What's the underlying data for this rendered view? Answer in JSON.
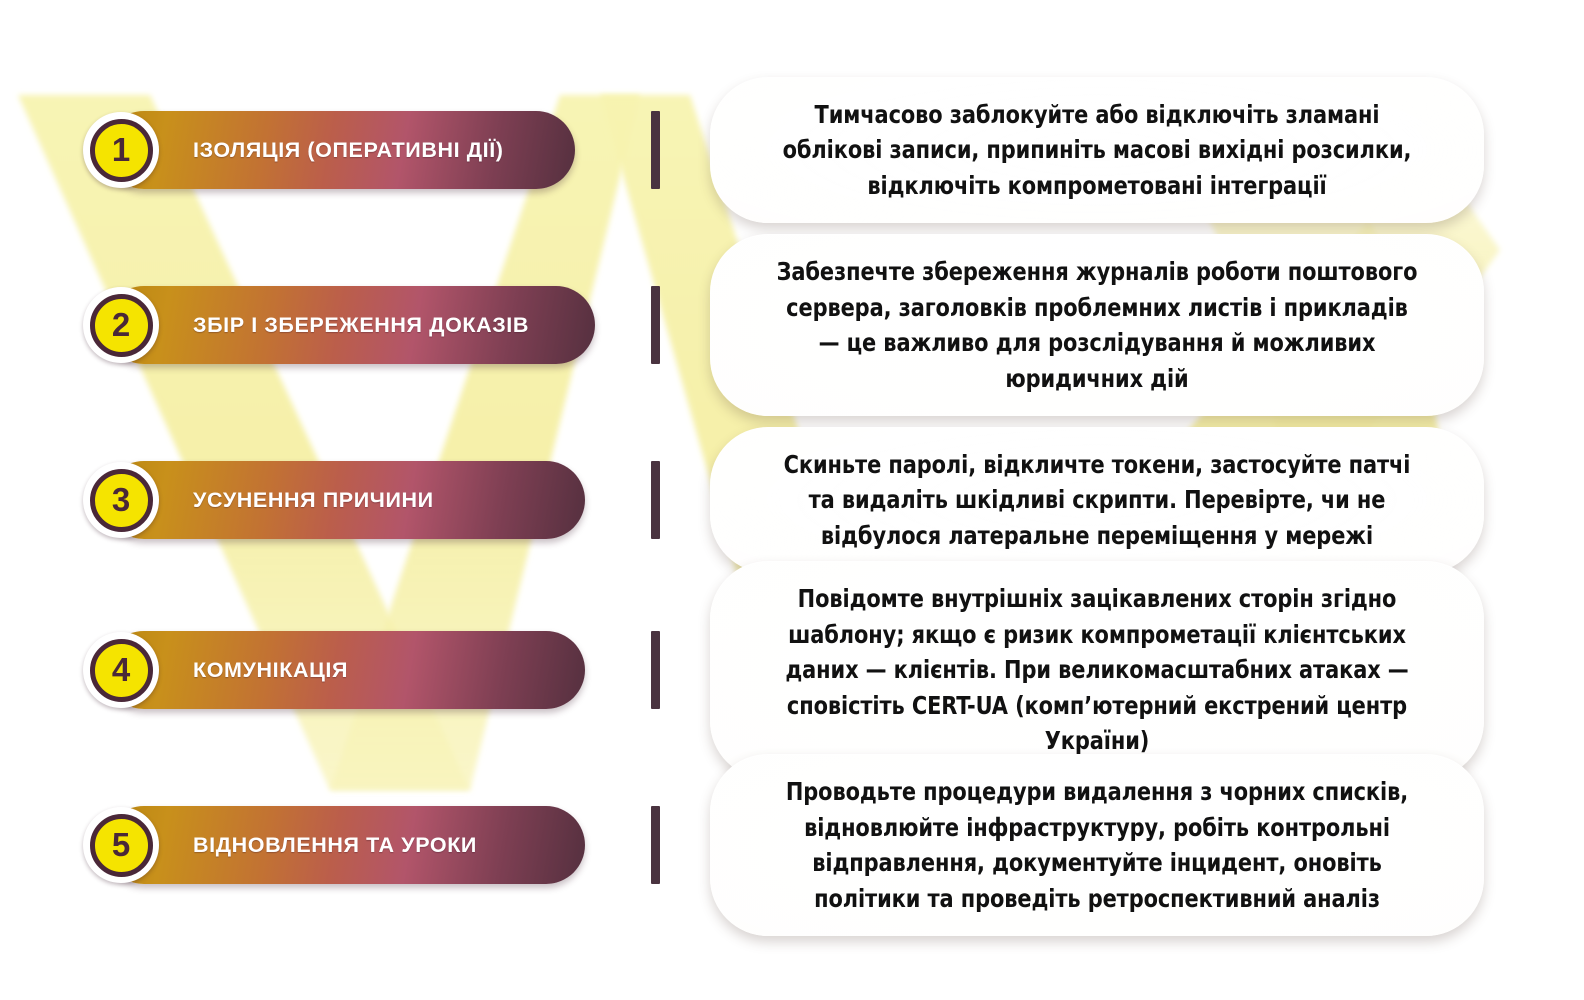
{
  "theme": {
    "accent_yellow": "#f5e400",
    "watermark_yellow": "#f5f0a8",
    "pill_gradient_start": "#c8901b",
    "pill_gradient_mid": "#b2556a",
    "pill_gradient_end": "#55303f",
    "badge_ring": "#4a2838",
    "tick_color": "#4a3340",
    "card_background": "#fdfdfb",
    "card_text": "#111111"
  },
  "steps": [
    {
      "number": "1",
      "label": "ІЗОЛЯЦІЯ (ОПЕРАТИВНІ ДІЇ)",
      "description": "Тимчасово заблокуйте або відключіть зламані облікові записи, припиніть масові вихідні розсилки, відключіть компрометовані інтеграції"
    },
    {
      "number": "2",
      "label": "ЗБІР І ЗБЕРЕЖЕННЯ ДОКАЗІВ",
      "description": "Забезпечте збереження журналів роботи поштового сервера, заголовків проблемних листів і прикладів — це важливо для розслідування й можливих юридичних дій"
    },
    {
      "number": "3",
      "label": "УСУНЕННЯ ПРИЧИНИ",
      "description": "Скиньте паролі, відкличте токени, застосуйте патчі та видаліть шкідливі скрипти. Перевірте, чи не відбулося латеральне переміщення у мережі"
    },
    {
      "number": "4",
      "label": "КОМУНІКАЦІЯ",
      "description": "Повідомте внутрішніх зацікавлених сторін згідно шаблону; якщо є ризик компрометації клієнтських даних — клієнтів. При великомасштабних атаках — сповістіть CERT-UA (комп’ютерний екстрений центр України)"
    },
    {
      "number": "5",
      "label": "ВІДНОВЛЕННЯ ТА УРОКИ",
      "description": "Проводьте процедури видалення з чорних списків, відновлюйте інфраструктуру, робіть контрольні відправлення, документуйте інцидент, оновіть політики та проведіть ретроспективний аналіз"
    }
  ]
}
